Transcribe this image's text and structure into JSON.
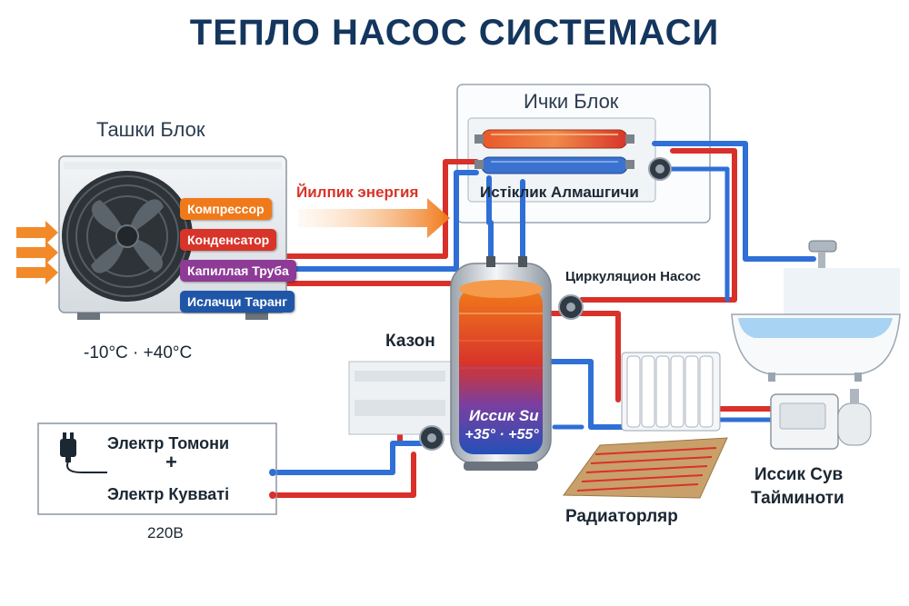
{
  "title": "ТЕПЛО НАСОС СИСТЕМАСИ",
  "outdoor_unit": {
    "title": "Ташки Блок",
    "parts": [
      "Компрессор",
      "Конденсатор",
      "Капиллая Труба",
      "Ислачци Таранг"
    ],
    "temp_range": "-10°C · +40°C"
  },
  "energy_label": "Йилпик энергия",
  "indoor_unit": {
    "title": "Ички Блок",
    "exchanger": "Истiклик Алмашгичи"
  },
  "circulation_pump": "Циркуляцион Насос",
  "tank": {
    "label": "Казон",
    "hot_water": "Иссик Su",
    "temp": "+35° · +55°"
  },
  "radiators": "Радиаторляр",
  "hot_water_supply": [
    "Иссик Сув",
    "Тайминоти"
  ],
  "electric": {
    "side": "Электр Томони",
    "plus": "+",
    "power": "Электр Кувватi",
    "voltage": "220В"
  },
  "colors": {
    "title": "#14365e",
    "hot_pipe": "#d9302a",
    "cold_pipe": "#2f6fd6",
    "compressor": "#f07a1a",
    "condenser": "#d8342a",
    "capillary": "#8e3a97",
    "evaporator": "#1f56a8"
  },
  "icons": [
    "fan-icon",
    "plug-icon",
    "pump-icon",
    "faucet-icon",
    "bathtub-icon",
    "boiler-icon",
    "radiator-icon",
    "floor-heating-icon",
    "arrow-icon"
  ]
}
